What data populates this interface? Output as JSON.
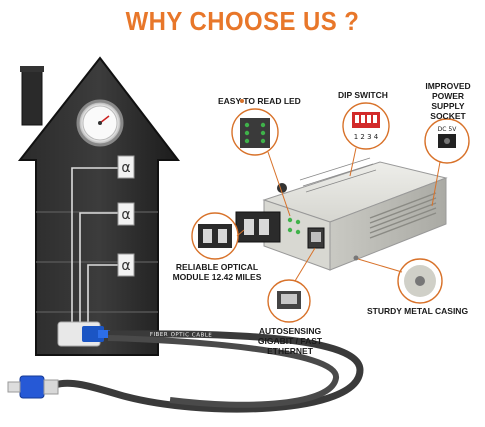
{
  "title": "WHY CHOOSE US ?",
  "features": {
    "easy_led": "EASY TO READ LED",
    "dip_switch": "DIP SWITCH",
    "power_supply": "IMPROVED POWER SUPPLY SOCKET",
    "optical_module": "RELIABLE OPTICAL MODULE 12.42 MILES",
    "autosensing": "AUTOSENSING GIGABIT / FAST ETHERNET",
    "metal_casing": "STURDY METAL CASING"
  },
  "dip_numbers": "1 2 3 4",
  "dc_label": "DC 5V",
  "cable_text": "FIBER OPTIC CABLE",
  "accent_color": "#e8772a",
  "callout_color": "#d8722a"
}
